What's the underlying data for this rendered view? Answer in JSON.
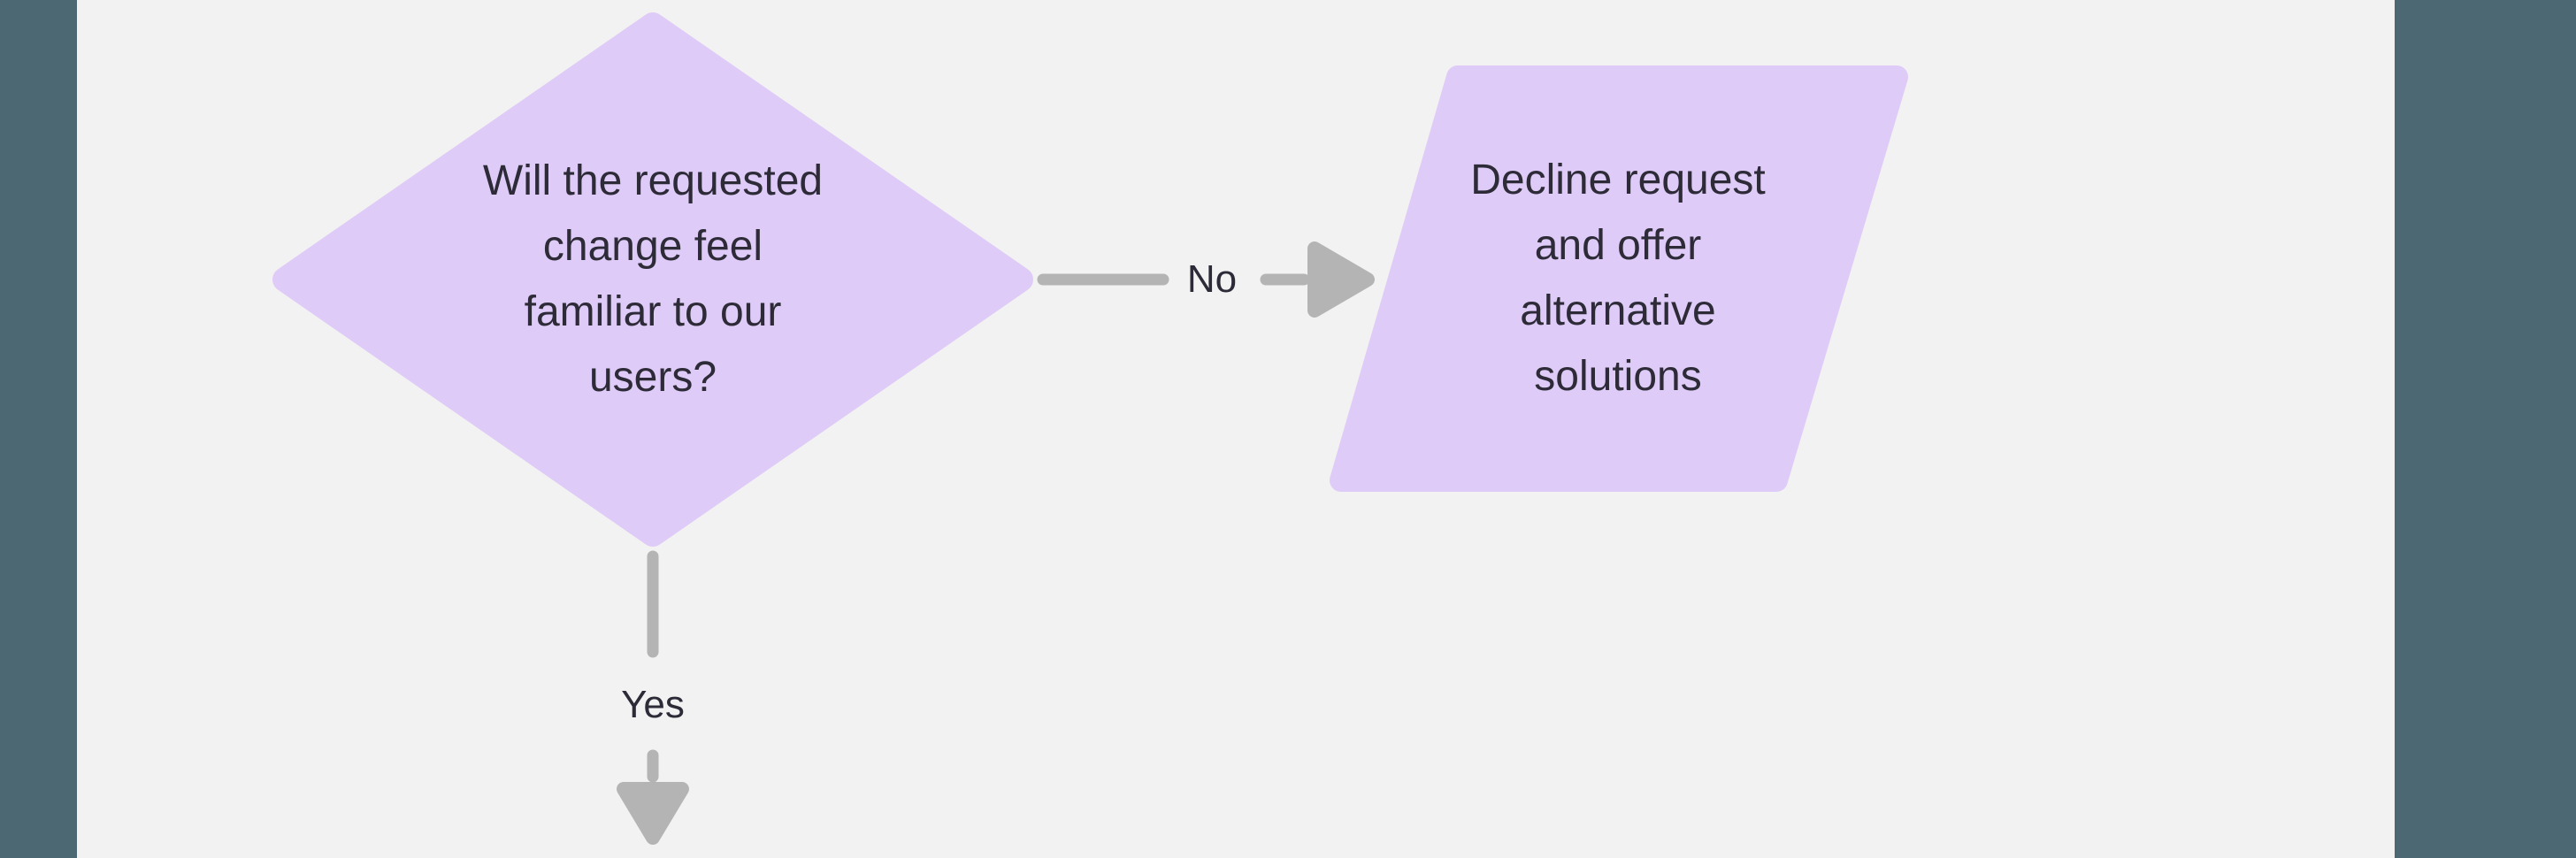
{
  "canvas": {
    "background_color": "#f2f2f2",
    "edge_panel_color": "#4c6973"
  },
  "flowchart": {
    "node_fill_color": "#dfcbf7",
    "connector_color": "#b4b4b5",
    "text_color": "#2e2b38",
    "decision_node": {
      "type": "decision-diamond",
      "label": "Will the requested\nchange feel\nfamiliar to our\nusers?"
    },
    "no_branch": {
      "label": "No"
    },
    "yes_branch": {
      "label": "Yes"
    },
    "decline_node": {
      "type": "process-parallelogram",
      "label": "Decline request\nand offer\nalternative\nsolutions"
    }
  }
}
